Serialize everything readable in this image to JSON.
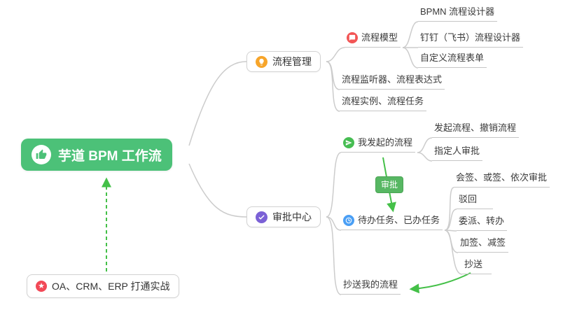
{
  "root": {
    "label": "芋道 BPM 工作流",
    "icon": "thumbs-up-icon"
  },
  "process_management": {
    "label": "流程管理",
    "icon": "lightbulb-icon",
    "process_model": {
      "label": "流程模型",
      "icon": "chat-bubble-icon"
    },
    "bpmn_designer": {
      "label": "BPMN 流程设计器"
    },
    "dingtalk_designer": {
      "label": "钉钉（飞书）流程设计器"
    },
    "custom_form": {
      "label": "自定义流程表单"
    },
    "listener_expression": {
      "label": "流程监听器、流程表达式"
    },
    "instance_task": {
      "label": "流程实例、流程任务"
    }
  },
  "approval_center": {
    "label": "审批中心",
    "icon": "clipboard-check-icon",
    "my_initiated": {
      "label": "我发起的流程",
      "icon": "paper-plane-icon"
    },
    "initiate_cancel": {
      "label": "发起流程、撤销流程"
    },
    "assigned_approver": {
      "label": "指定人审批"
    },
    "todo_done": {
      "label": "待办任务、已办任务",
      "icon": "clock-icon"
    },
    "countersign": {
      "label": "会签、或签、依次审批"
    },
    "reject": {
      "label": "驳回"
    },
    "delegate_transfer": {
      "label": "委派、转办"
    },
    "add_remove_sign": {
      "label": "加签、减签"
    },
    "cc": {
      "label": "抄送"
    },
    "cc_my_process": {
      "label": "抄送我的流程"
    }
  },
  "relation": {
    "approval_label": "审批"
  },
  "practice": {
    "label": "OA、CRM、ERP 打通实战",
    "icon": "star-icon"
  },
  "colors": {
    "root_green": "#4cc178",
    "arrow_green": "#44c048",
    "tag_green": "#57b763",
    "connector_gray": "#cccccc",
    "icon_orange": "#f7a52a",
    "icon_red": "#f25555",
    "icon_purple": "#7b61d6",
    "icon_green": "#46bd52",
    "icon_blue": "#4a9ff5",
    "icon_star_red": "#f24957"
  }
}
